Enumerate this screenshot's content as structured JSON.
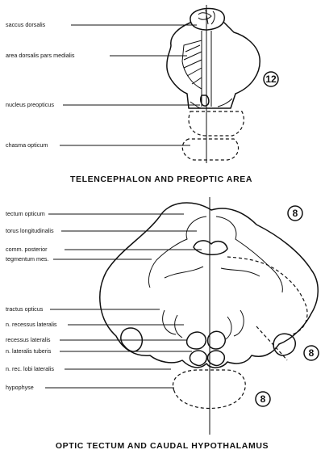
{
  "top_figure": {
    "caption": "TELENCEPHALON AND PREOPTIC AREA",
    "labels": [
      "saccus dorsalis",
      "area dorsalis pars medialis",
      "nucleus preopticus",
      "chasma opticum"
    ],
    "marker": "12"
  },
  "bottom_figure": {
    "caption": "OPTIC TECTUM AND CAUDAL HYPOTHALAMUS",
    "labels": [
      "tectum opticum",
      "torus longitudinalis",
      "comm. posterior",
      "tegmentum mes.",
      "tractus opticus",
      "n. recessus lateralis",
      "recessus lateralis",
      "n. lateralis tuberis",
      "n. rec. lobi lateralis",
      "hypophyse"
    ],
    "markers": [
      "8",
      "8",
      "8"
    ]
  }
}
